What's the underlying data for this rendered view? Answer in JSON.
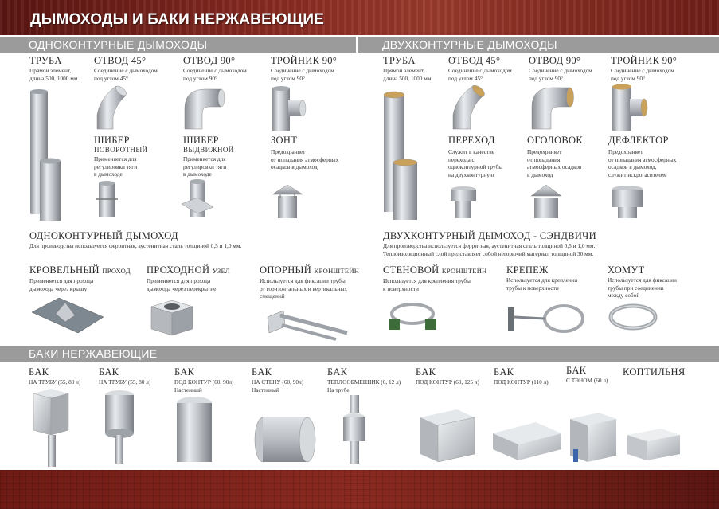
{
  "page": {
    "title": "ДЫМОХОДЫ И БАКИ НЕРЖАВЕЮЩИЕ"
  },
  "sections": {
    "single": "ОДНОКОНТУРНЫЕ ДЫМОХОДЫ",
    "double": "ДВУХКОНТУРНЫЕ ДЫМОХОДЫ",
    "tanks": "БАКИ НЕРЖАВЕЮЩИЕ"
  },
  "single": {
    "truba": {
      "name": "ТРУБА",
      "desc1": "Прямой элемент,",
      "desc2": "длина 500, 1000 мм"
    },
    "otvod45": {
      "name": "ОТВОД 45°",
      "desc1": "Соединение с дымоходом",
      "desc2": "под углом 45°"
    },
    "otvod90": {
      "name": "ОТВОД 90°",
      "desc1": "Соединение с дымоходом",
      "desc2": "под углом 90°"
    },
    "troynik": {
      "name": "ТРОЙНИК 90°",
      "desc1": "Соединение с дымоходом",
      "desc2": "под углом 90°"
    },
    "shiber_pov": {
      "name": "ШИБЕР",
      "sub": "ПОВОРОТНЫЙ",
      "desc1": "Применяется для",
      "desc2": "регулировки тяги",
      "desc3": "в дымоходе"
    },
    "shiber_vyd": {
      "name": "ШИБЕР",
      "sub": "ВЫДВИЖНОЙ",
      "desc1": "Применяется для",
      "desc2": "регулировки тяги",
      "desc3": "в дымоходе"
    },
    "zont": {
      "name": "ЗОНТ",
      "desc1": "Предохраняет",
      "desc2": "от попадания атмосферных",
      "desc3": "осадков в дымоход"
    },
    "heading": "ОДНОКОНТУРНЫЙ ДЫМОХОД",
    "heading_desc": "Для производства используется ферритная, аустенитная сталь толщиной 0,5 и 1,0 мм."
  },
  "double": {
    "truba": {
      "name": "ТРУБА",
      "desc1": "Прямой элемент,",
      "desc2": "длина 500, 1000 мм"
    },
    "otvod45": {
      "name": "ОТВОД 45°",
      "desc1": "Соединение с дымоходом",
      "desc2": "под углом 45°"
    },
    "otvod90": {
      "name": "ОТВОД 90°",
      "desc1": "Соединение с дымоходом",
      "desc2": "под углом 90°"
    },
    "troynik": {
      "name": "ТРОЙНИК 90°",
      "desc1": "Соединение с дымоходом",
      "desc2": "под углом 90°"
    },
    "perehod": {
      "name": "ПЕРЕХОД",
      "desc1": "Служит в качестве",
      "desc2": "перехода с",
      "desc3": "одноконтурной трубы",
      "desc4": "на двухконтурную"
    },
    "ogolovok": {
      "name": "ОГОЛОВОК",
      "desc1": "Предохраняет",
      "desc2": "от попадания",
      "desc3": "атмосферных осадков",
      "desc4": "в дымоход"
    },
    "deflektor": {
      "name": "ДЕФЛЕКТОР",
      "desc1": "Предохраняет",
      "desc2": "от попадания атмосферных",
      "desc3": "осадков в дымоход,",
      "desc4": "служит искрогасителем"
    },
    "heading": "ДВУХКОНТУРНЫЙ ДЫМОХОД - СЭНДВИЧИ",
    "heading_desc1": "Для производства используется ферритная, аустенитная сталь толщиной 0,5 и 1,0 мм.",
    "heading_desc2": "Теплоизоляционный слой представляет собой негорючий материал толщиной 30 мм."
  },
  "accessories": {
    "krovelny": {
      "name_big": "КРОВЕЛЬНЫЙ",
      "name_small": "ПРОХОД",
      "desc1": "Применяется для прохода",
      "desc2": "дымохода через крышу"
    },
    "prohodnoy": {
      "name_big": "ПРОХОДНОЙ",
      "name_small": "УЗЕЛ",
      "desc1": "Применяется для прохода",
      "desc2": "дымохода через перекрытие"
    },
    "oporny": {
      "name_big": "ОПОРНЫЙ",
      "name_small": "КРОНШТЕЙН",
      "desc1": "Используется для фиксации трубы",
      "desc2": "от горизонтальных и вертикальных",
      "desc3": "смещений"
    },
    "stenovoy": {
      "name_big": "СТЕНОВОЙ",
      "name_small": "КРОНШТЕЙН",
      "desc1": "Используется для крепления трубы",
      "desc2": "к поверхности"
    },
    "krepezh": {
      "name_big": "КРЕПЕЖ",
      "desc1": "Используется для крепления",
      "desc2": "трубы к поверхности"
    },
    "homut": {
      "name_big": "ХОМУТ",
      "desc1": "Используется для фиксации",
      "desc2": "трубы при соединении",
      "desc3": "между собой"
    }
  },
  "tanks": [
    {
      "name": "БАК",
      "sub": "НА ТРУБУ (55, 80 л)",
      "sub2": ""
    },
    {
      "name": "БАК",
      "sub": "НА ТРУБУ (55, 80 л)",
      "sub2": ""
    },
    {
      "name": "БАК",
      "sub": "ПОД КОНТУР (60, 90л)",
      "sub2": "Настенный"
    },
    {
      "name": "БАК",
      "sub": "НА СТЕНУ (60, 90л)",
      "sub2": "Настенный"
    },
    {
      "name": "БАК",
      "sub": "ТЕПЛООБМЕННИК (6, 12 л)",
      "sub2": "На трубе"
    },
    {
      "name": "БАК",
      "sub": "ПОД КОНТУР (60, 125 л)",
      "sub2": ""
    },
    {
      "name": "БАК",
      "sub": "ПОД КОНТУР (110 л)",
      "sub2": ""
    },
    {
      "name": "БАК",
      "sub": "С ТЭНОМ (60 л)",
      "sub2": ""
    },
    {
      "name": "КОПТИЛЬНЯ",
      "sub": "",
      "sub2": ""
    }
  ]
}
